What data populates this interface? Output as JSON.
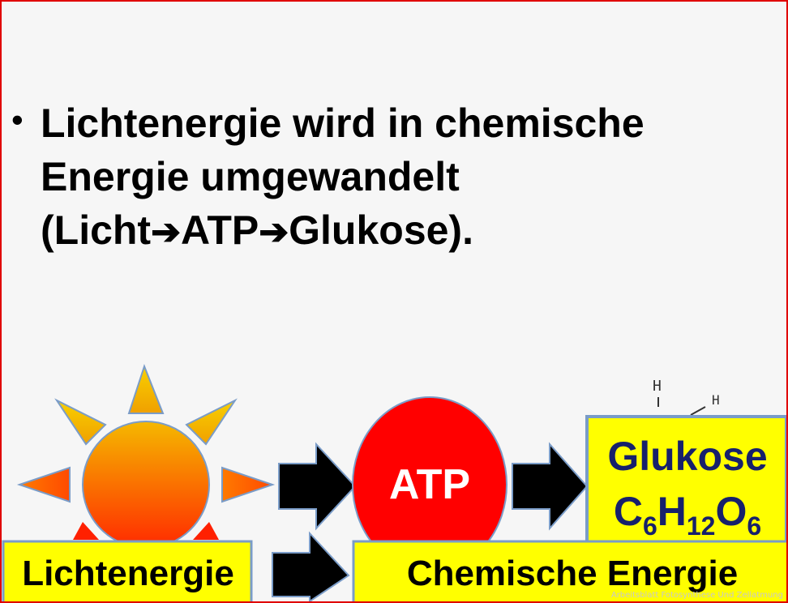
{
  "slide": {
    "bullet_marker": "•",
    "bullet_lines": [
      "Lichtenergie wird in chemische",
      "Energie umgewandelt"
    ],
    "process": {
      "open": "(Licht",
      "arrow": "➔",
      "step2": "ATP",
      "step3": "Glukose).",
      "open_text": "(Licht",
      "atp_text": "ATP"
    }
  },
  "diagram": {
    "atp_label": "ATP",
    "glukose_name": "Glukose",
    "formula": {
      "c": "C",
      "c_sub": "6",
      "h": "H",
      "h_sub": "12",
      "o": "O",
      "o_sub": "6"
    },
    "molecule_atoms": [
      "H",
      "H"
    ],
    "licht_label": "Lichtenergie",
    "chem_label": "Chemische Energie"
  },
  "watermark": "Arbeitsblatt Fotosynthese Und Zellatmung",
  "colors": {
    "slide_border": "#e00000",
    "sun_top": "#f5b400",
    "sun_bottom": "#ff2a00",
    "atp_fill": "#ff0000",
    "box_fill": "#ffff00",
    "box_border": "#7a9cc8",
    "glukose_text": "#17206b"
  }
}
